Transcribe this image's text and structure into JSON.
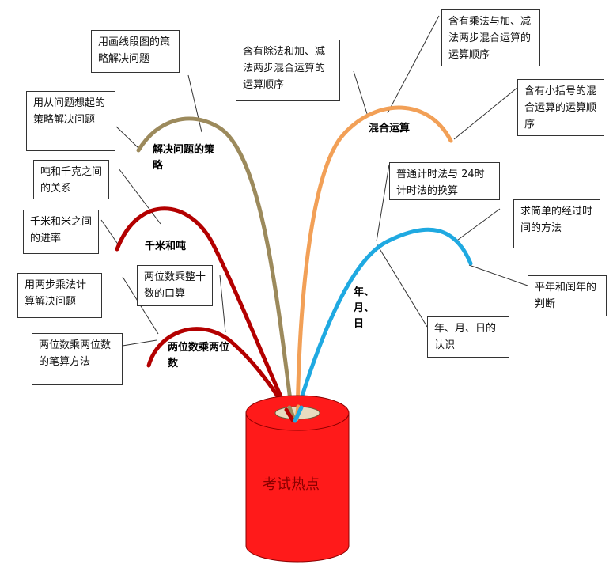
{
  "title": "考试热点",
  "colors": {
    "can": "#ff1a1a",
    "can_dark": "#b80000",
    "strategy": "#9c8a5c",
    "km": "#b30000",
    "two_digit": "#b30000",
    "mixed": "#f2a057",
    "ymd": "#1fa9e1"
  },
  "branches": {
    "strategy": "解决问题的策略",
    "km": "千米和吨",
    "two_digit": "两位数乘两位数",
    "mixed": "混合运算",
    "ymd": "年、月、日"
  },
  "topics": {
    "line_segment": "用画线段图的策略解决问题",
    "from_question": "用从问题想起的策略解决问题",
    "ton_kg": "吨和千克之间的关系",
    "km_m": "千米和米之间的进率",
    "two_step_mul": "用两步乘法计算解决问题",
    "two_digit_whole_tens": "两位数乘整十数的口算",
    "two_digit_written": "两位数乘两位数的笔算方法",
    "div_add_sub": "含有除法和加、减法两步混合运算的运算顺序",
    "mul_add_sub": "含有乘法与加、减法两步混合运算的运算顺序",
    "parentheses": "含有小括号的混合运算的运算顺序",
    "clock_24": "普通计时法与 24时计时法的换算",
    "elapsed_time": "求简单的经过时间的方法",
    "leap_year": "平年和闰年的判断",
    "know_ymd": "年、月、日的认识"
  }
}
